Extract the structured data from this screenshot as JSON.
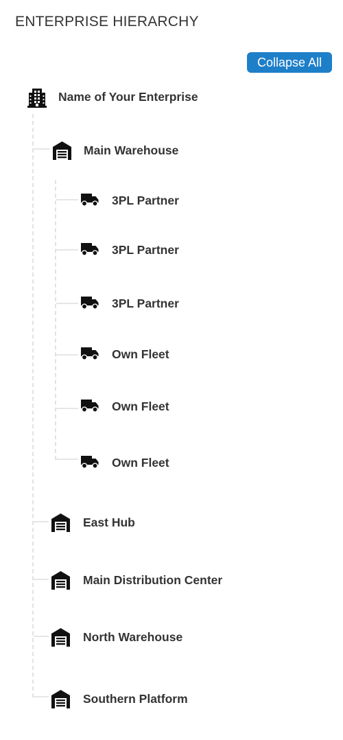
{
  "header": {
    "title": "ENTERPRISE HIERARCHY",
    "collapse_label": "Collapse All"
  },
  "tree": {
    "root": {
      "label": "Name of Your Enterprise",
      "icon": "building-icon"
    },
    "main_warehouse": {
      "label": "Main Warehouse",
      "icon": "warehouse-icon",
      "children": [
        {
          "label": "3PL Partner",
          "icon": "truck-icon"
        },
        {
          "label": "3PL Partner",
          "icon": "truck-icon"
        },
        {
          "label": "3PL Partner",
          "icon": "truck-icon"
        },
        {
          "label": "Own Fleet",
          "icon": "truck-icon"
        },
        {
          "label": "Own Fleet",
          "icon": "truck-icon"
        },
        {
          "label": "Own Fleet",
          "icon": "truck-icon"
        }
      ]
    },
    "sites": [
      {
        "label": "East Hub",
        "icon": "warehouse-icon"
      },
      {
        "label": "Main Distribution Center",
        "icon": "warehouse-icon"
      },
      {
        "label": "North Warehouse",
        "icon": "warehouse-icon"
      },
      {
        "label": "Southern Platform",
        "icon": "warehouse-icon"
      }
    ]
  },
  "colors": {
    "accent": "#1e7fc9",
    "text": "#333333",
    "icon": "#111111",
    "connector": "#e2e2e2"
  }
}
